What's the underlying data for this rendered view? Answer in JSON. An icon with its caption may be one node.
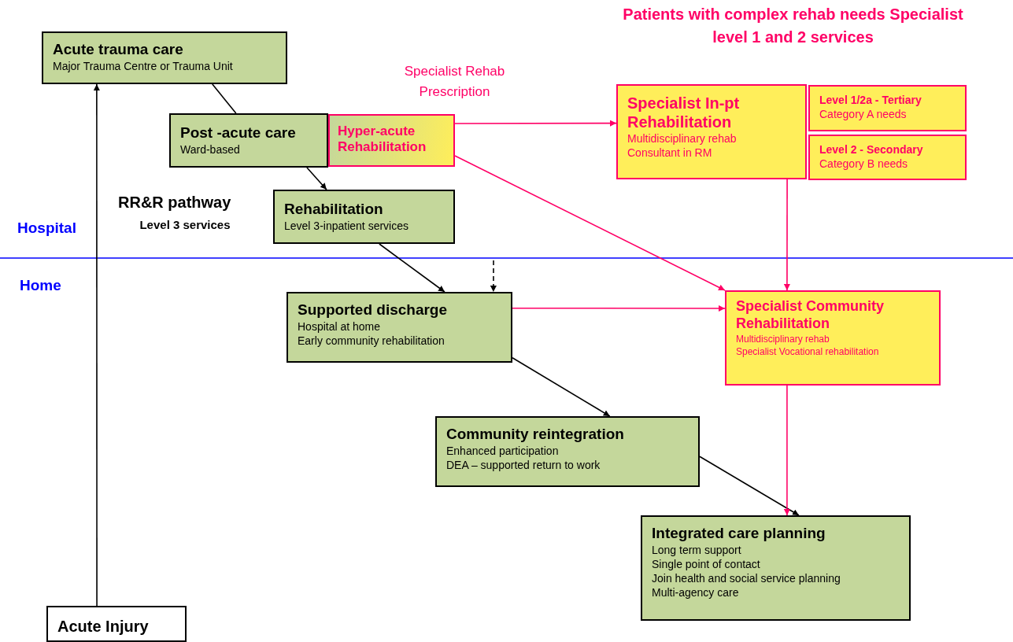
{
  "diagram": {
    "nodes": [
      {
        "text": [
          "Acute trauma care",
          "Major Trauma Centre or Trauma Unit"
        ]
      },
      {
        "text": [
          "Post -acute care",
          "Ward-based"
        ]
      },
      {
        "text": [
          "Hyper-acute Rehabilitation"
        ]
      },
      {
        "text": [
          "Rehabilitation",
          "Level 3-inpatient services"
        ]
      },
      {
        "text": [
          "Supported discharge",
          "Hospital at home",
          "Early community rehabilitation"
        ]
      },
      {
        "text": [
          "Community reintegration",
          "Enhanced participation",
          "DEA – supported return to work"
        ]
      },
      {
        "text": [
          "Integrated care planning",
          "Long term support",
          "Single point of contact",
          "Join health and social service planning",
          "Multi-agency care"
        ]
      },
      {
        "text": [
          "Specialist In-pt Rehabilitation",
          "Multidisciplinary rehab",
          "Consultant in RM"
        ]
      },
      {
        "text": [
          "Level 1/2a - Tertiary",
          "Category A  needs"
        ]
      },
      {
        "text": [
          "Level 2 - Secondary",
          "Category B needs"
        ]
      },
      {
        "text": [
          "Specialist Community Rehabilitation",
          "Multidisciplinary rehab",
          "Specialist Vocational rehabilitation"
        ]
      },
      {
        "text": [
          "Acute Injury"
        ]
      }
    ],
    "edges": [
      {
        "from": 0,
        "to": 1,
        "arrow": "none"
      },
      {
        "from": 1,
        "to": 3,
        "arrow": "to"
      },
      {
        "from": 3,
        "to": 4,
        "arrow": "to"
      },
      {
        "from": null,
        "to": 4,
        "arrow": "to",
        "style": "dashed"
      },
      {
        "from": 4,
        "to": 5,
        "arrow": "to"
      },
      {
        "from": 5,
        "to": 6,
        "arrow": "to"
      },
      {
        "from": 2,
        "to": 7,
        "arrow": "to",
        "color": "#ff0066"
      },
      {
        "from": 2,
        "to": 10,
        "arrow": "to",
        "color": "#ff0066"
      },
      {
        "from": 7,
        "to": 10,
        "arrow": "to",
        "color": "#ff0066"
      },
      {
        "from": 4,
        "to": 10,
        "arrow": "to",
        "color": "#ff0066"
      },
      {
        "from": 10,
        "to": 6,
        "arrow": "to",
        "color": "#ff0066"
      },
      {
        "from": 11,
        "to": 0,
        "arrow": "to"
      }
    ],
    "labels": [
      "Patients with complex rehab needs Specialist level 1 and 2  services",
      "Specialist Rehab Prescription",
      "RR&R pathway",
      "Level 3 services",
      "Hospital",
      "Home"
    ]
  }
}
